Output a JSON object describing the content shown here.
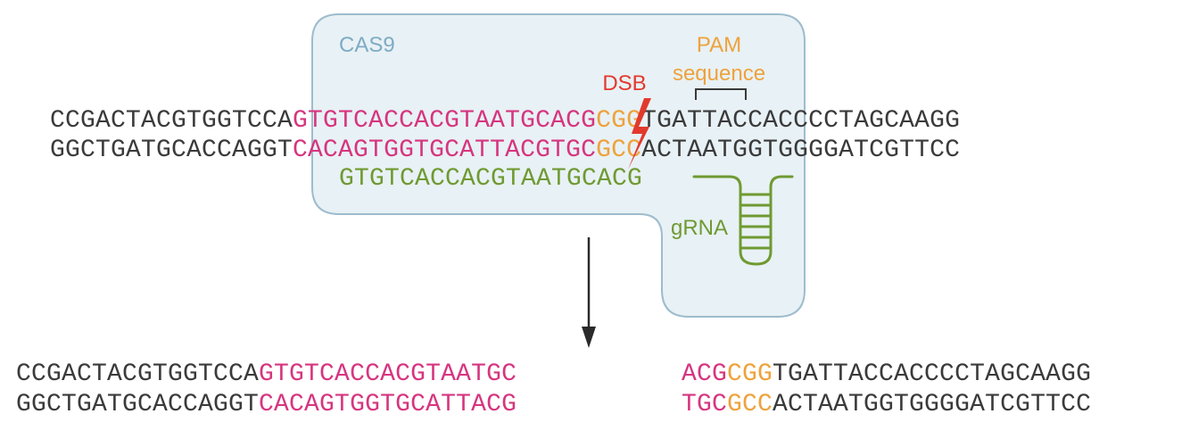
{
  "colors": {
    "dark": "#3a3a3a",
    "magenta": "#d6357f",
    "orange": "#eea23c",
    "green": "#6f9a32",
    "red": "#e2392d",
    "blue_label": "#7eabc4",
    "box_fill": "#e8f1f5",
    "box_stroke": "#9dbccd"
  },
  "labels": {
    "cas9": "CAS9",
    "dsb": "DSB",
    "pam_line1": "PAM",
    "pam_line2": "sequence",
    "grna": "gRNA"
  },
  "top": {
    "strand1": {
      "left": "CCGACTACGTGGTCCA",
      "target": "GTGTCACCACGTAATGCACG",
      "pam": "CGG",
      "right": "TGATTACCACCCCTAGCAAGG"
    },
    "strand2": {
      "left": "GGCTGATGCACCAGGT",
      "target": "CACAGTGGTGCATTACGTGC",
      "pam": "GCC",
      "right": "ACTAATGGTGGGGATCGTTCC"
    },
    "guide": "GTGTCACCACGTAATGCACG"
  },
  "bottom": {
    "left1": {
      "dark": "CCGACTACGTGGTCCA",
      "magenta": "GTGTCACCACGTAATGC"
    },
    "left2": {
      "dark": "GGCTGATGCACCAGGT",
      "magenta": "CACAGTGGTGCATTACG"
    },
    "right1": {
      "magenta": "ACG",
      "orange": "CGG",
      "dark": "TGATTACCACCCCTAGCAAGG"
    },
    "right2": {
      "magenta": "TGC",
      "orange": "GCC",
      "dark": "ACTAATGGTGGGGATCGTTCC"
    }
  }
}
